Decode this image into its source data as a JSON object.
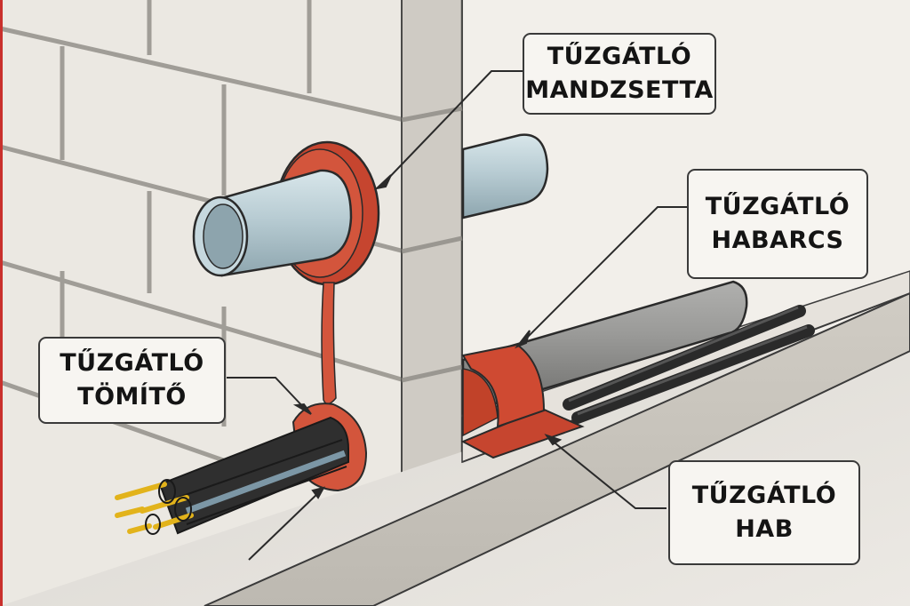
{
  "diagram": {
    "subject": "Fire-stopping penetration seals through wall and floor",
    "colors": {
      "wall": "#ebe7e0",
      "wall_edge": "#c9c5bd",
      "slab": "#c8c4bc",
      "firestop_red": "#cf4a32",
      "pipe_blue": "#b7cbd2",
      "pipe_grey": "#8d8d8b",
      "cable_black": "#2e2e2e",
      "core_yellow": "#e2b31b",
      "outline": "#2a2a2a",
      "accent_edge": "#c9302c"
    },
    "labels": [
      {
        "id": "collar",
        "line1": "TŰZGÁTLÓ",
        "line2": "MANDZSETTA",
        "points_to": "red collar around blue pipe in wall"
      },
      {
        "id": "mortar",
        "line1": "TŰZGÁTLÓ",
        "line2": "HABARCS",
        "points_to": "red mortar wrap around grey pipe on floor"
      },
      {
        "id": "sealant",
        "line1": "TŰZGÁTLÓ",
        "line2": "TÖMÍTŐ",
        "points_to": "red sealant around cable bundle"
      },
      {
        "id": "foam",
        "line1": "TŰZGÁTLÓ",
        "line2": "HAB",
        "points_to": "red foam base under grey pipe"
      }
    ]
  }
}
